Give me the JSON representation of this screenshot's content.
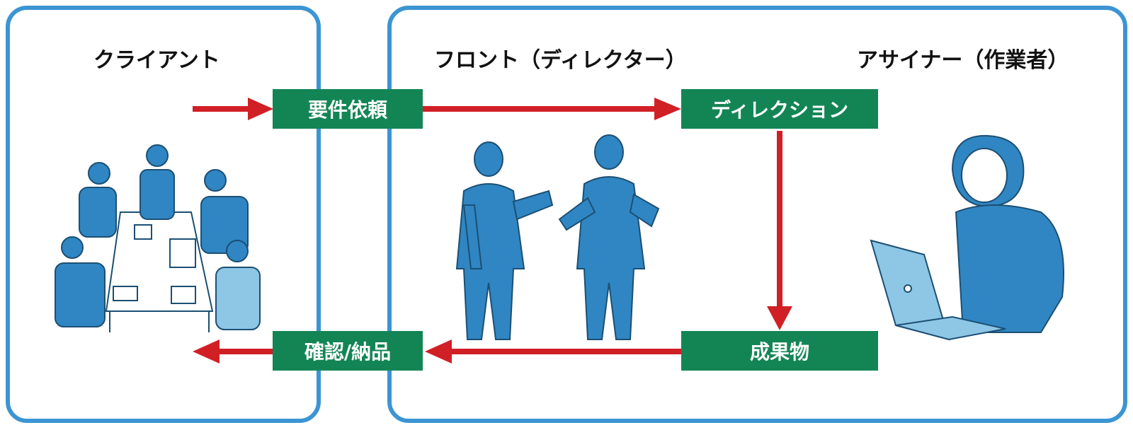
{
  "roles": {
    "client": "クライアント",
    "front": "フロント（ディレクター）",
    "assigner": "アサイナー（作業者）"
  },
  "steps": {
    "request": "要件依頼",
    "direction": "ディレクション",
    "deliverable": "成果物",
    "confirm": "確認/納品"
  },
  "colors": {
    "panel_border": "#3c95d3",
    "box_fill": "#138555",
    "arrow": "#d11f26",
    "figure": "#2f86c2"
  },
  "illustrations": [
    "client-meeting-illustration",
    "front-discussion-illustration",
    "assigner-laptop-illustration"
  ]
}
